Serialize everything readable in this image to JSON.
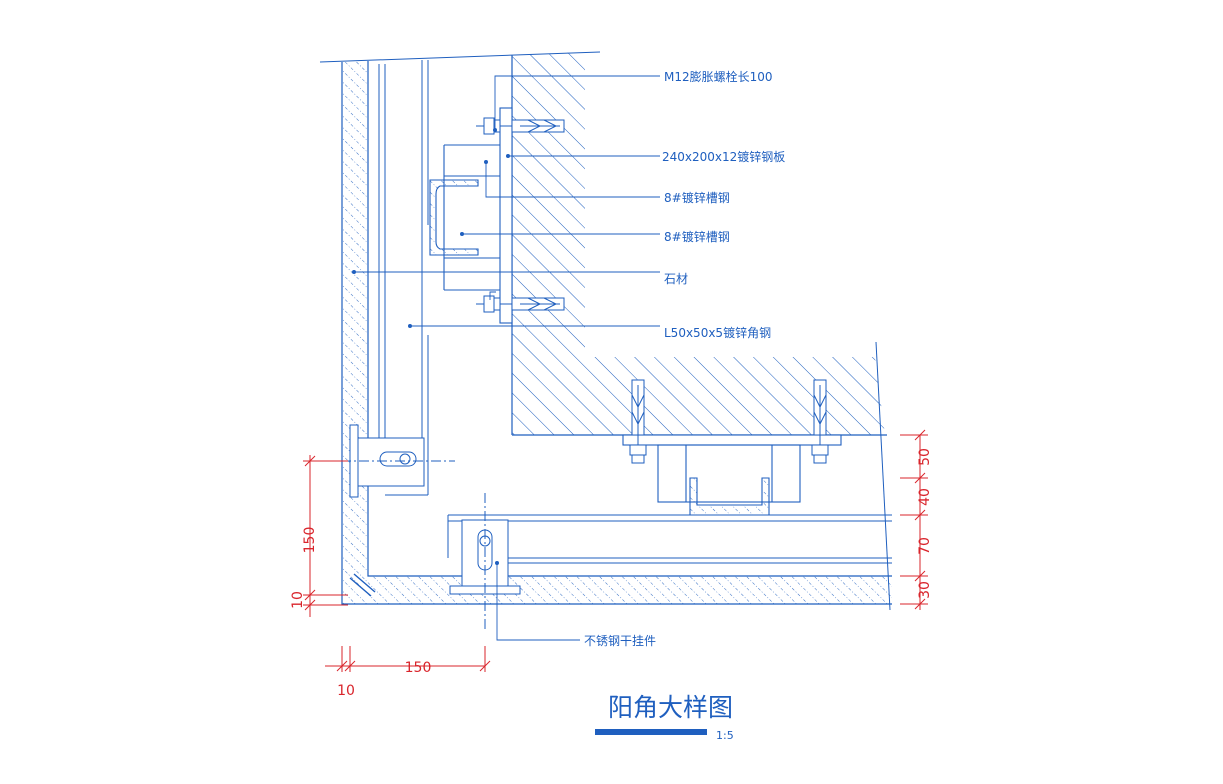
{
  "colors": {
    "structure": "#1f5fbf",
    "dimension": "#d9242b",
    "background": "#ffffff",
    "title_bar": "#1f5fbf"
  },
  "labels": {
    "anchor_bolt": "M12膨胀螺栓长100",
    "steel_plate": "240x200x12镀锌钢板",
    "channel_1": "8#镀锌槽钢",
    "channel_2": "8#镀锌槽钢",
    "stone": "石材",
    "angle_steel": "L50x50x5镀锌角钢",
    "hanger": "不锈钢干挂件"
  },
  "dimensions": {
    "left_150": "150",
    "left_10": "10",
    "bottom_150": "150",
    "bottom_10": "10",
    "right_50": "50",
    "right_40": "40",
    "right_70": "70",
    "right_30": "30"
  },
  "title": {
    "text": "阳角大样图",
    "scale": "1:5"
  }
}
